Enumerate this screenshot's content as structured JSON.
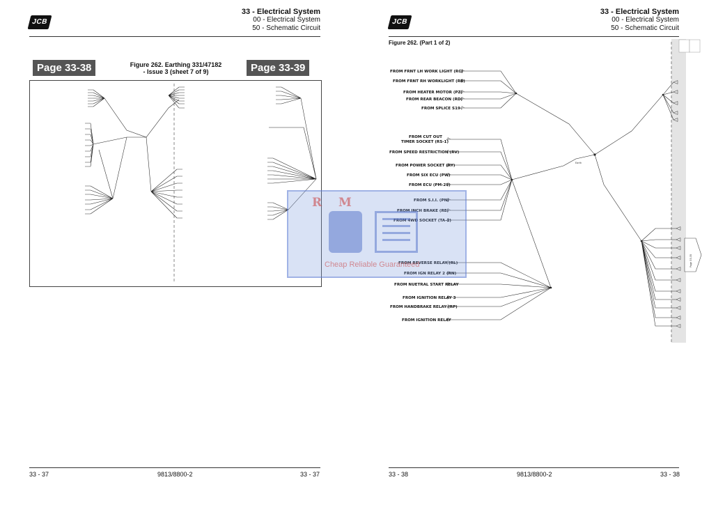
{
  "left_page": {
    "logo": "JCB",
    "header": {
      "section": "33 - Electrical System",
      "sub1": "00 - Electrical System",
      "sub2": "50 - Schematic Circuit"
    },
    "tag_left": "Page 33-38",
    "tag_right": "Page 33-39",
    "figure_caption_line1": "Figure 262. Earthing 331/47182",
    "figure_caption_line2": "- Issue 3 (sheet 7 of 9)",
    "footer": {
      "page_left": "33 - 37",
      "doc_number": "9813/8800-2",
      "page_right": "33 - 37"
    }
  },
  "right_page": {
    "logo": "JCB",
    "header": {
      "section": "33 - Electrical System",
      "sub1": "00 - Electrical System",
      "sub2": "50 - Schematic Circuit"
    },
    "figure_caption": "Figure 262. (Part 1 of 2)",
    "earth_label": "Earth",
    "connectors": [
      "FROM FRNT LH WORK LIGHT (RC)",
      "FROM FRNT RH WORKLIGHT (RB)",
      "FROM HEATER MOTOR (PZ)",
      "FROM REAR BEACON (RD)",
      "FROM SPLICE S19",
      "FROM CUT OUT",
      "TIMER SOCKET (RS-1)",
      "FROM SPEED RESTRICTION (RV)",
      "FROM POWER SOCKET (RY)",
      "FROM SIX ECU (PW)",
      "FROM ECU (PM-29)",
      "FROM S.I.I. (PN)",
      "FROM INCH BRAKE (RE)",
      "FROM 4WD SOCKET (TA-1)",
      "FROM REVERSE RELAY (RL)",
      "FROM IGN RELAY 2 (RN)",
      "FROM NUETRAL START RELAY",
      "FROM IGNITION RELAY 3",
      "FROM HANDBRAKE RELAY (RP)",
      "FROM IGNITION RELAY"
    ],
    "side_tab": "Page 33-35",
    "footer": {
      "page_left": "33 - 38",
      "doc_number": "9813/8800-2",
      "page_right": "33 - 38"
    }
  },
  "watermark": {
    "letters": "R M",
    "text": "Cheap Reliable Guaranteed"
  }
}
